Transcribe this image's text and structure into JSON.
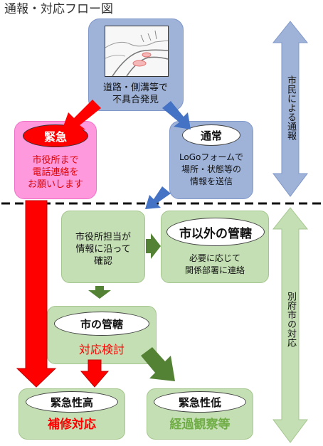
{
  "title": "通報・対応フロー図",
  "discovery": {
    "line1": "道路・側溝等で",
    "line2": "不具合発見"
  },
  "emergency": {
    "badge": "緊急",
    "line1": "市役所まで",
    "line2": "電話連絡を",
    "line3": "お願いします"
  },
  "normal": {
    "badge": "通常",
    "line1": "LoGoフォームで",
    "line2": "場所・状態等の",
    "line3": "情報を送信"
  },
  "confirm": {
    "line1": "市役所担当が",
    "line2": "情報に沿って",
    "line3": "確認"
  },
  "outside": {
    "badge": "市以外の管轄",
    "line1": "必要に応じて",
    "line2": "関係部署に連絡"
  },
  "city": {
    "badge": "市の管轄",
    "sub": "対応検討"
  },
  "high": {
    "badge": "緊急性高",
    "sub": "補修対応"
  },
  "low": {
    "badge": "緊急性低",
    "sub": "経過観察等"
  },
  "side": {
    "citizen": "市民による通報",
    "city": "別府市の対応"
  },
  "colors": {
    "green_fill": "#c4dfb4",
    "green_border": "#a5c68e",
    "blue_fill": "#9fb3d9",
    "blue_border": "#7f97c9",
    "pink_fill": "#ff99dd",
    "red": "#ff0000",
    "dark_green_arrow": "#548235",
    "blue_arrow": "#4472c4",
    "side_arrow": "#9fb3d9",
    "green_text": "#70ad47"
  }
}
